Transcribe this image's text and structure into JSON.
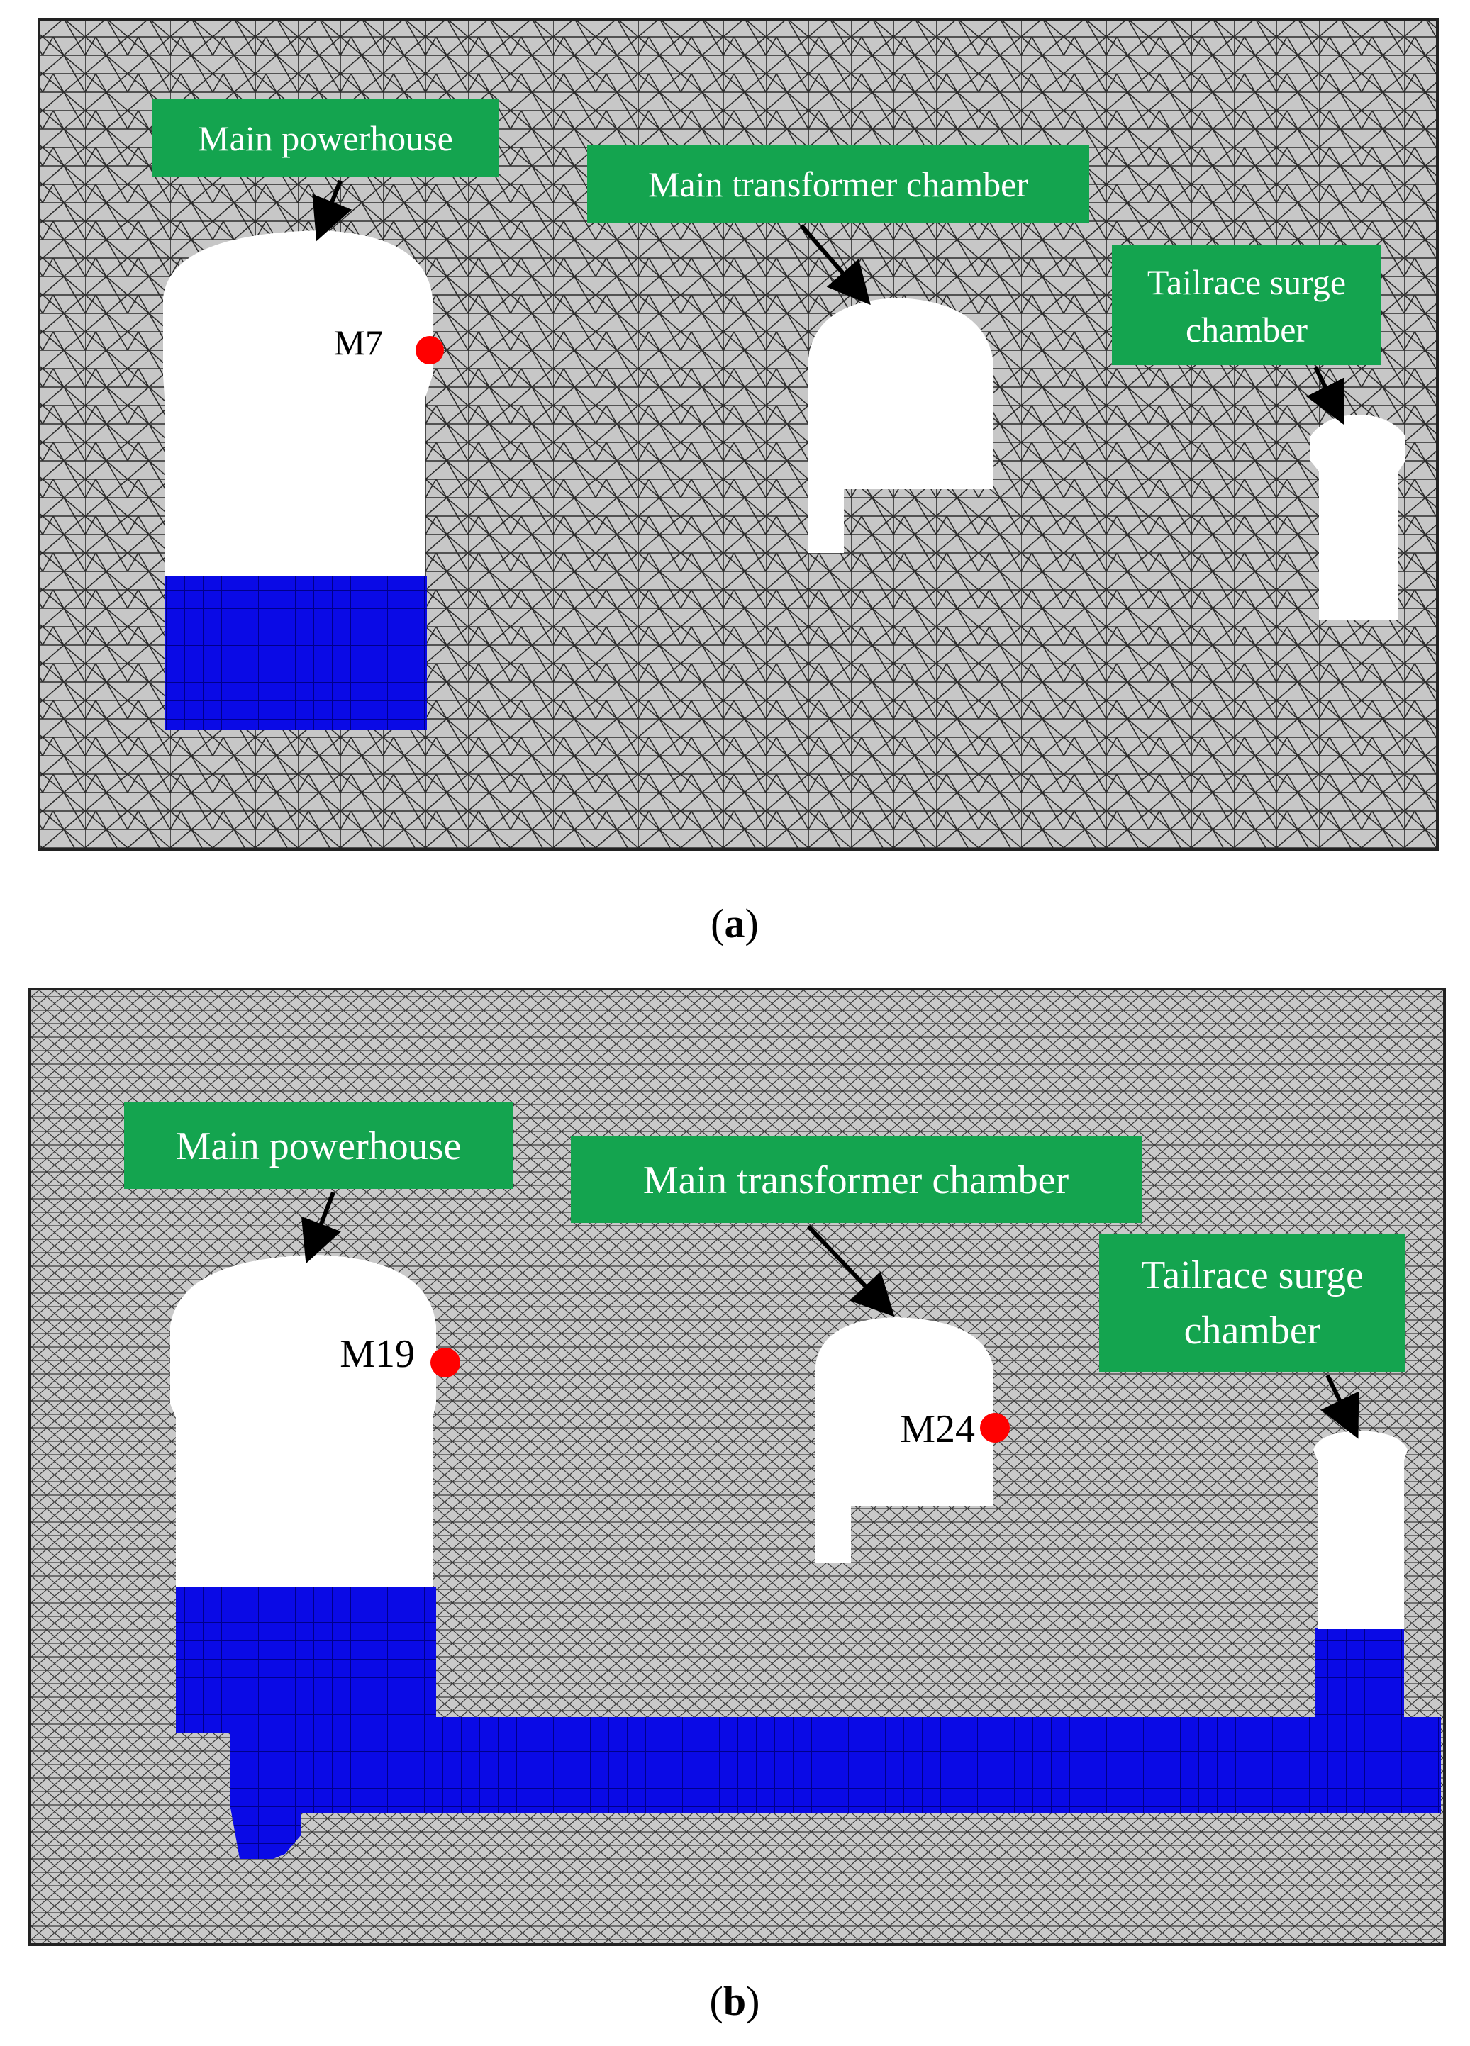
{
  "panels": [
    {
      "id": "a",
      "caption_letter": "a",
      "labels": {
        "powerhouse": "Main powerhouse",
        "transformer": "Main transformer chamber",
        "surge_line1": "Tailrace surge",
        "surge_line2": "chamber"
      },
      "points": [
        {
          "label": "M7"
        }
      ]
    },
    {
      "id": "b",
      "caption_letter": "b",
      "labels": {
        "powerhouse": "Main powerhouse",
        "transformer": "Main transformer chamber",
        "surge_line1": "Tailrace surge",
        "surge_line2": "chamber"
      },
      "points": [
        {
          "label": "M19"
        },
        {
          "label": "M24"
        }
      ]
    }
  ],
  "colors": {
    "mesh_background": "#c7c7c7",
    "mesh_lines": "#2b2b2b",
    "label_fill": "#14a44f",
    "water_fill": "#0a0ae6",
    "point_fill": "#ff0000",
    "cavern_fill": "#ffffff"
  }
}
